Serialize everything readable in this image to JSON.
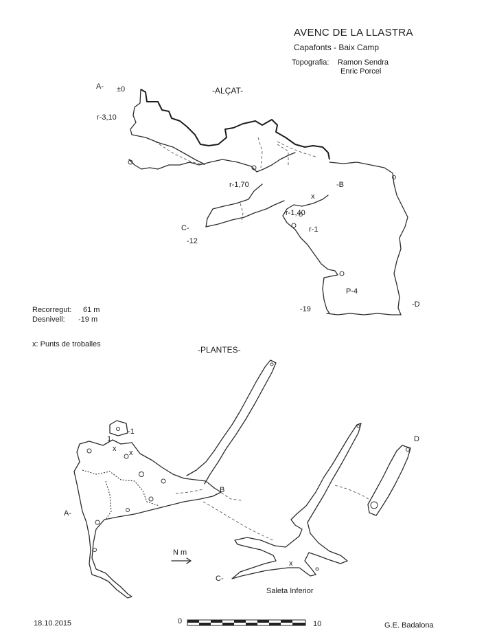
{
  "header": {
    "title": "AVENC DE LA LLASTRA",
    "location": "Capafonts - Baix Camp",
    "topography_label": "Topografia:",
    "author_1": "Ramon Sendra",
    "author_2": "Enric Porcel"
  },
  "elevation": {
    "section_title": "-ALÇAT-",
    "labels": {
      "a": "A-",
      "zero": "±0",
      "r310": "r-3,10",
      "r170": "r-1,70",
      "b": "-B",
      "x": "x",
      "r140": "r-1,40",
      "r1": "r-1",
      "c": "C-",
      "m12": "-12",
      "p4": "P-4",
      "m19": "-19",
      "d": "-D"
    }
  },
  "stats": {
    "recorregut_label": "Recorregut:",
    "recorregut_value": "61 m",
    "desnivell_label": "Desnivell:",
    "desnivell_value": "-19 m",
    "legend": "x: Punts de troballes"
  },
  "plan": {
    "section_title": "-PLANTES-",
    "labels": {
      "one_a": "-1",
      "one_b": "1",
      "x1": "x",
      "x2": "x",
      "a": "A-",
      "b": "B",
      "d": "D",
      "c": "C-",
      "x3": "x",
      "north": "N m",
      "saleta": "Saleta Inferior"
    }
  },
  "footer": {
    "date": "18.10.2015",
    "scale_start": "0",
    "scale_end": "10",
    "club": "G.E. Badalona"
  }
}
